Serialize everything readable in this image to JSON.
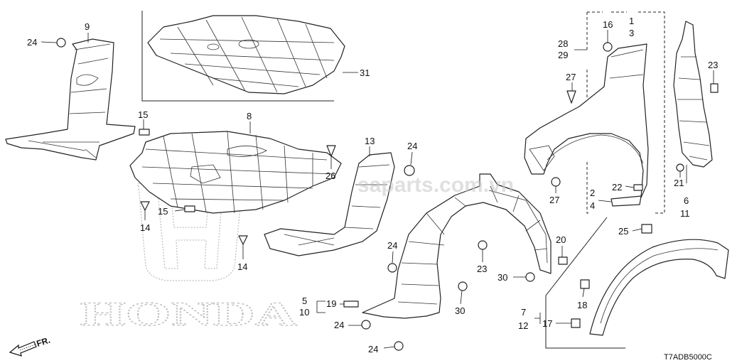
{
  "diagram": {
    "watermark": "saparts.com.vn",
    "logo_text": "HONDA",
    "direction_label": "FR.",
    "diagram_code": "T7ADB5000C",
    "callouts": [
      {
        "id": "c24a",
        "text": "24"
      },
      {
        "id": "c9",
        "text": "9"
      },
      {
        "id": "c31",
        "text": "31"
      },
      {
        "id": "c15a",
        "text": "15"
      },
      {
        "id": "c8",
        "text": "8"
      },
      {
        "id": "c26",
        "text": "26"
      },
      {
        "id": "c15b",
        "text": "15"
      },
      {
        "id": "c14a",
        "text": "14"
      },
      {
        "id": "c14b",
        "text": "14"
      },
      {
        "id": "c13",
        "text": "13"
      },
      {
        "id": "c24b",
        "text": "24"
      },
      {
        "id": "c24c",
        "text": "24"
      },
      {
        "id": "c23a",
        "text": "23"
      },
      {
        "id": "c30a",
        "text": "30"
      },
      {
        "id": "c30b",
        "text": "30"
      },
      {
        "id": "c5",
        "text": "5"
      },
      {
        "id": "c10",
        "text": "10"
      },
      {
        "id": "c19",
        "text": "19"
      },
      {
        "id": "c24d",
        "text": "24"
      },
      {
        "id": "c24e",
        "text": "24"
      },
      {
        "id": "c16",
        "text": "16"
      },
      {
        "id": "c1",
        "text": "1"
      },
      {
        "id": "c3",
        "text": "3"
      },
      {
        "id": "c28",
        "text": "28"
      },
      {
        "id": "c29",
        "text": "29"
      },
      {
        "id": "c27a",
        "text": "27"
      },
      {
        "id": "c27b",
        "text": "27"
      },
      {
        "id": "c2",
        "text": "2"
      },
      {
        "id": "c4",
        "text": "4"
      },
      {
        "id": "c22",
        "text": "22"
      },
      {
        "id": "c23b",
        "text": "23"
      },
      {
        "id": "c21",
        "text": "21"
      },
      {
        "id": "c6",
        "text": "6"
      },
      {
        "id": "c11",
        "text": "11"
      },
      {
        "id": "c20",
        "text": "20"
      },
      {
        "id": "c25",
        "text": "25"
      },
      {
        "id": "c7",
        "text": "7"
      },
      {
        "id": "c12",
        "text": "12"
      },
      {
        "id": "c18",
        "text": "18"
      },
      {
        "id": "c17",
        "text": "17"
      }
    ]
  }
}
